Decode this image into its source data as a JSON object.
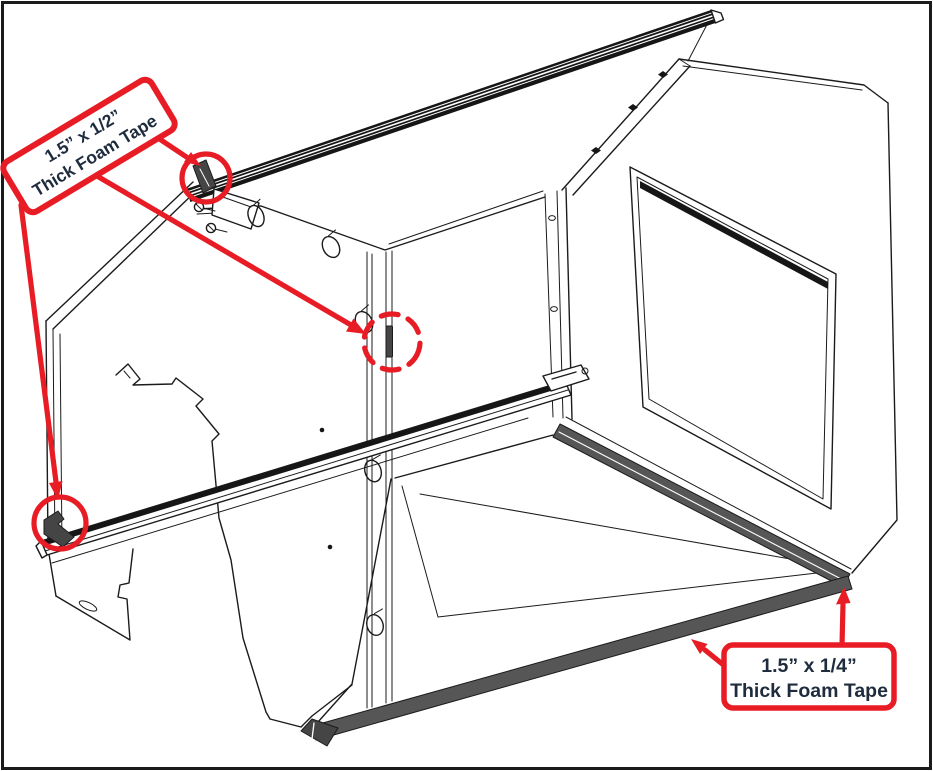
{
  "figure": {
    "type": "technical-assembly-diagram",
    "subject": "enclosure foam tape installation"
  },
  "callouts": {
    "top_left": {
      "line1": "1.5” x 1/2”",
      "line2": "Thick Foam Tape"
    },
    "bottom_right": {
      "line1": "1.5” x 1/4”",
      "line2": "Thick Foam Tape"
    }
  },
  "colors": {
    "annotation_red": "#e81c24",
    "label_navy": "#1e2c3e",
    "line_black": "#1b1b1b",
    "foam_tape_gray": "#565656",
    "foam_block_gray": "#454545",
    "dark_fill": "#161616",
    "background": "#ffffff"
  }
}
